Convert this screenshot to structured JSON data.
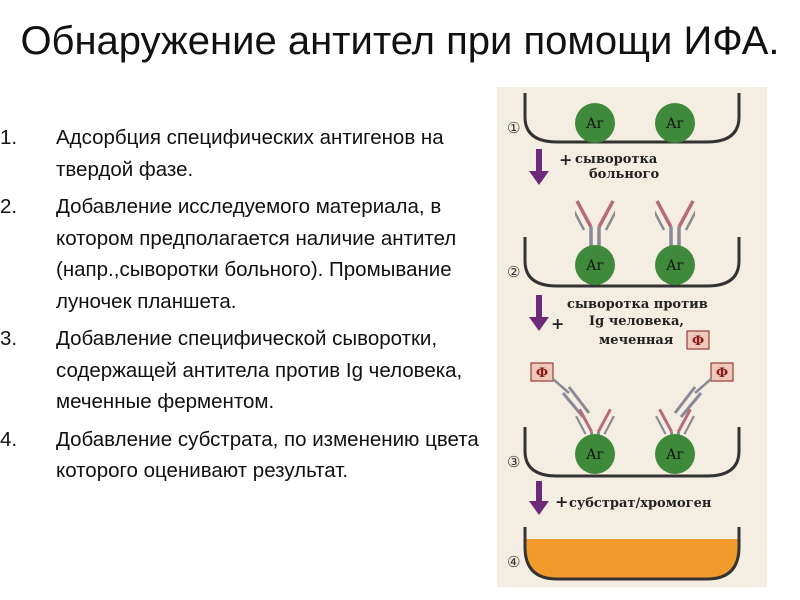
{
  "slide": {
    "title": "Обнаружение антител при помощи ИФА."
  },
  "steps": [
    {
      "number": "1.",
      "text": "Адсорбция специфических антигенов на твердой фазе."
    },
    {
      "number": "2.",
      "text": "Добавление исследуемого материала, в котором предполагается наличие антител (напр.,сыворотки больного). Промывание луночек планшета."
    },
    {
      "number": "3.",
      "text": "Добавление специфической сыворотки, содержащей антитела против Ig человека, меченные ферментом."
    },
    {
      "number": "4.",
      "text": "Добавление субстрата, по изменению цвета которого оценивают результат."
    }
  ],
  "diagram": {
    "stage_labels": [
      "①",
      "②",
      "③",
      "④"
    ],
    "antigen_label": "Аг",
    "plus_sign": "+",
    "enzyme_label": "Ф",
    "step1_reagent": [
      "сыворотка",
      "больного"
    ],
    "step2_reagent": [
      "сыворотка против",
      "Ig человека,",
      "меченная"
    ],
    "step3_reagent": "субстрат/хромоген",
    "colors": {
      "panel_bg": "#f4ede2",
      "antigen_green": "#3f8a3a",
      "arrow_purple": "#6d2a78",
      "enzyme_box": "#ecc9b8",
      "enzyme_text": "#8c1c1c",
      "substrate_orange": "#f39a2c",
      "antibody_gray": "#8a8a95",
      "antibody_pink": "#b56b7b"
    }
  }
}
